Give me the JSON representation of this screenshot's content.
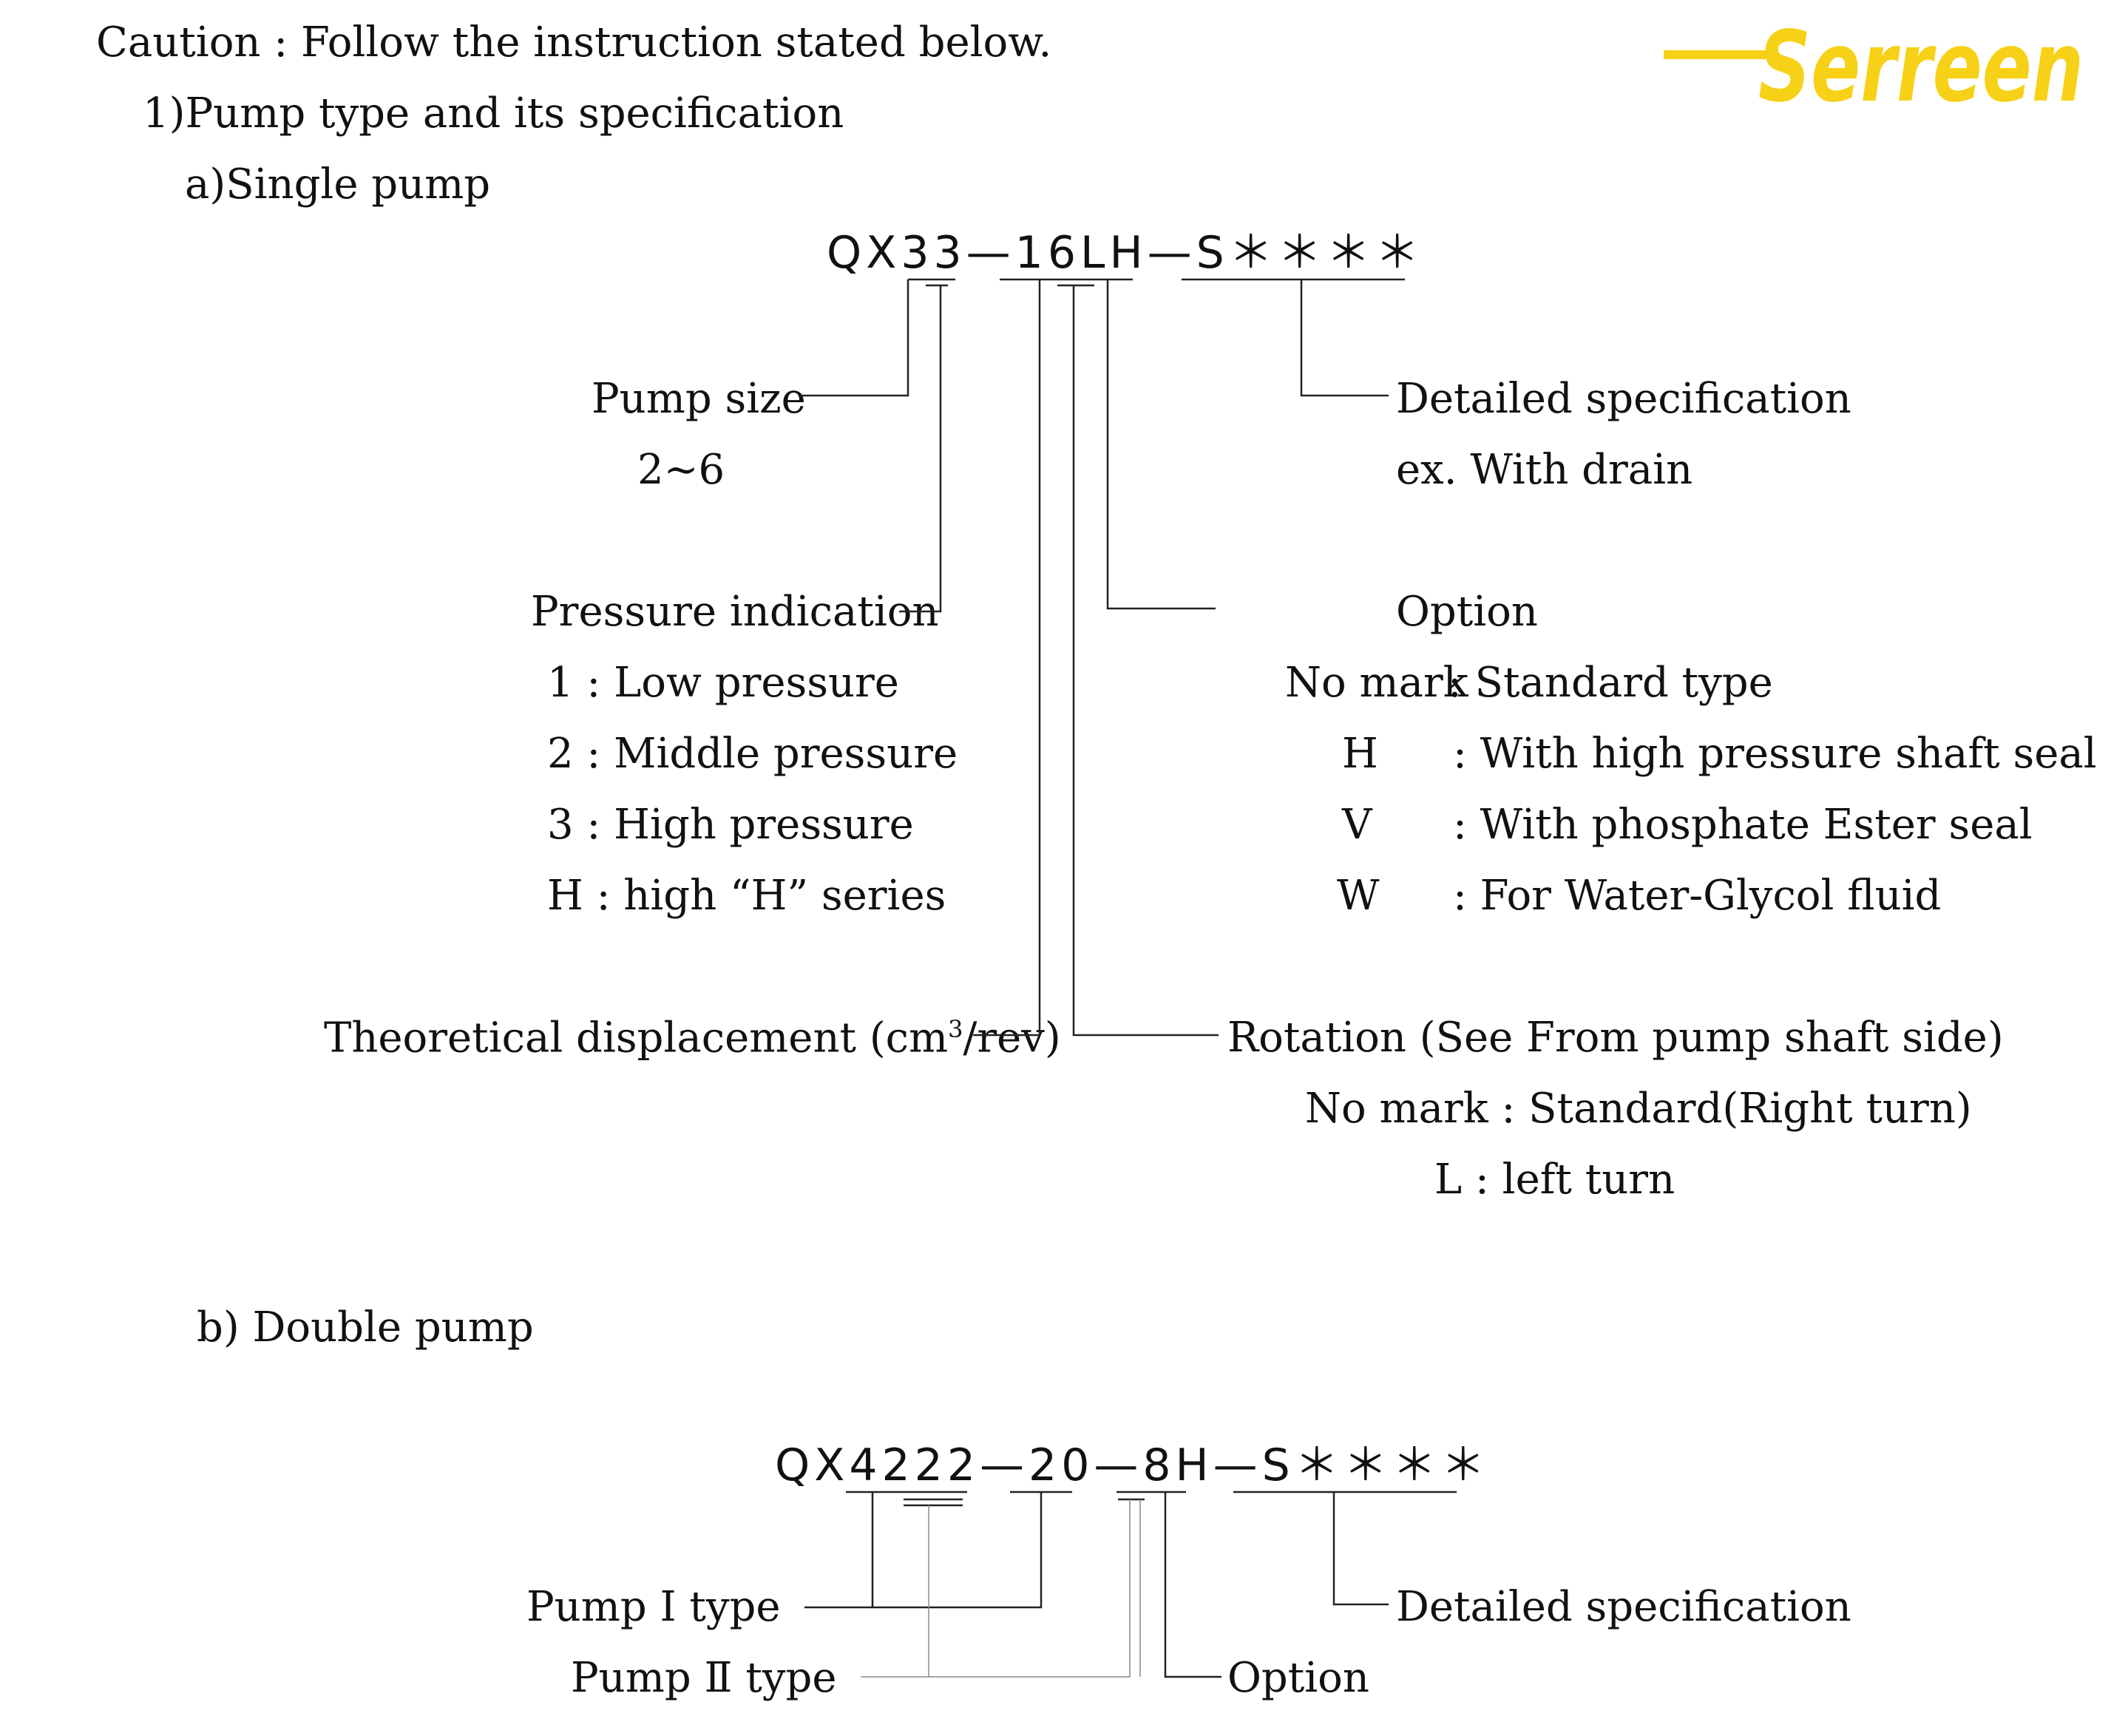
{
  "header": {
    "caution": "Caution : Follow the instruction stated below.",
    "section1": "1)Pump type and its specification",
    "single_title": "a)Single pump",
    "double_title": "b) Double pump"
  },
  "brand": {
    "logo_text": "Serreen",
    "color": "#F7D117"
  },
  "single": {
    "code": "QX33—16LH—S＊＊＊＊",
    "pump_size_label": "Pump size",
    "pump_size_range": "2∼6",
    "detailed_label": "Detailed specification",
    "detailed_example": "ex. With drain",
    "pressure_label": "Pressure indication",
    "pressure_items": [
      "1 : Low pressure",
      "2 : Middle pressure",
      "3 : High pressure",
      "H : high “H” series"
    ],
    "option_label": "Option",
    "option_items": [
      {
        "key": "No mark",
        "value": ": Standard type"
      },
      {
        "key": "H",
        "value": ": With high pressure shaft seal"
      },
      {
        "key": "V",
        "value": ": With phosphate Ester seal"
      },
      {
        "key": "W",
        "value": ": For Water-Glycol fluid"
      }
    ],
    "displacement_label_pre": "Theoretical displacement (cm",
    "displacement_sup": "3",
    "displacement_label_post": "/rev)",
    "rotation_label": "Rotation (See From pump shaft side)",
    "rotation_items": [
      "No mark : Standard(Right turn)",
      "L : left turn"
    ]
  },
  "double": {
    "code": "QX4222—20—8H—S＊＊＊＊",
    "pump1_label": "Pump Ⅰ type",
    "pump2_label": "Pump Ⅱ type",
    "detailed_label": "Detailed specification",
    "option_label": "Option"
  }
}
